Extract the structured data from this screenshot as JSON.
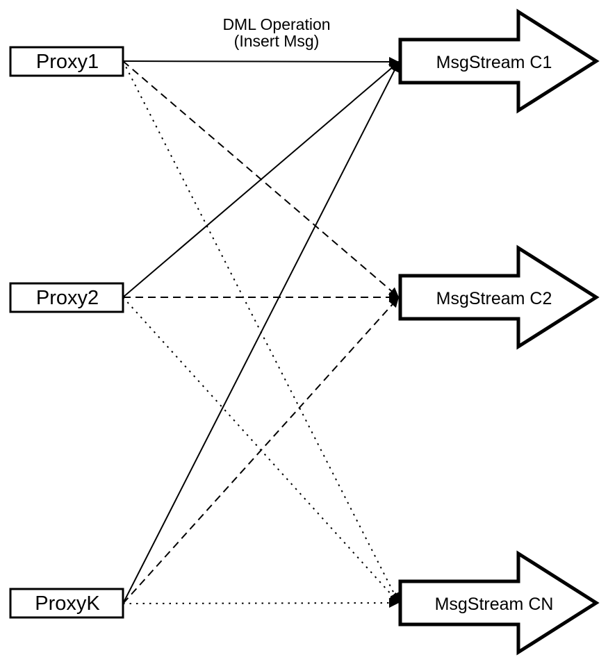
{
  "diagram": {
    "annotation": {
      "line1": "DML Operation",
      "line2": "(Insert Msg)"
    },
    "proxies": [
      {
        "label": "Proxy1"
      },
      {
        "label": "Proxy2"
      },
      {
        "label": "ProxyK"
      }
    ],
    "streams": [
      {
        "label": "MsgStream C1"
      },
      {
        "label": "MsgStream C2"
      },
      {
        "label": "MsgStream CN"
      }
    ],
    "edges": [
      {
        "from": "Proxy1",
        "to": "MsgStream C1",
        "style": "solid"
      },
      {
        "from": "Proxy2",
        "to": "MsgStream C1",
        "style": "solid"
      },
      {
        "from": "ProxyK",
        "to": "MsgStream C1",
        "style": "solid"
      },
      {
        "from": "Proxy1",
        "to": "MsgStream C2",
        "style": "dashed"
      },
      {
        "from": "Proxy2",
        "to": "MsgStream C2",
        "style": "dashed"
      },
      {
        "from": "ProxyK",
        "to": "MsgStream C2",
        "style": "dashed"
      },
      {
        "from": "Proxy1",
        "to": "MsgStream CN",
        "style": "dotted"
      },
      {
        "from": "Proxy2",
        "to": "MsgStream CN",
        "style": "dotted"
      },
      {
        "from": "ProxyK",
        "to": "MsgStream CN",
        "style": "dotted"
      }
    ],
    "colors": {
      "background": "#ffffff",
      "stroke": "#000000",
      "node_fill": "#ffffff"
    }
  }
}
